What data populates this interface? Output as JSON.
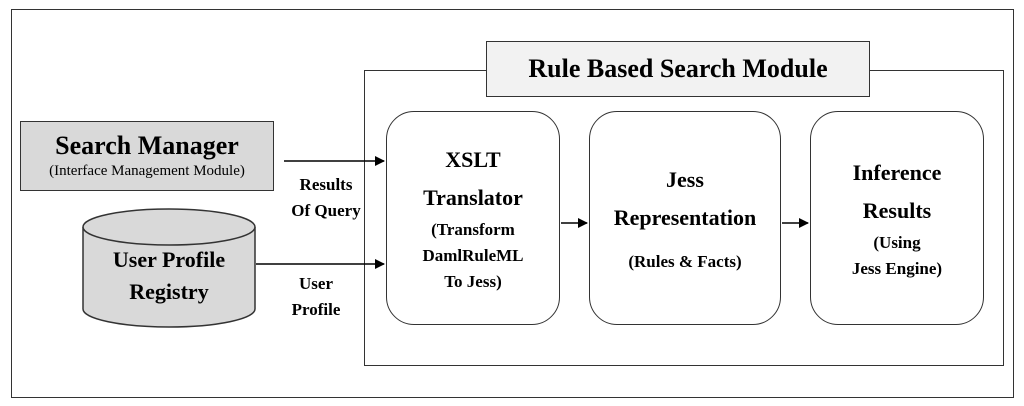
{
  "module": {
    "title": "Rule Based Search Module"
  },
  "search_manager": {
    "title": "Search Manager",
    "subtitle": "(Interface Management Module)"
  },
  "user_profile_registry": {
    "lines": [
      "User Profile",
      "Registry"
    ]
  },
  "edges": {
    "results": [
      "Results",
      "Of Query"
    ],
    "user_profile": [
      "User",
      "Profile"
    ]
  },
  "xslt": {
    "title_lines": [
      "XSLT",
      "Translator"
    ],
    "note_lines": [
      "(Transform",
      "DamlRuleML",
      "To Jess)"
    ]
  },
  "jess": {
    "title_lines": [
      "Jess",
      "Representation"
    ],
    "note_lines": [
      "(Rules & Facts)"
    ]
  },
  "inference": {
    "title_lines": [
      "Inference",
      "Results"
    ],
    "note_lines": [
      "(Using",
      "Jess Engine)"
    ]
  },
  "colors": {
    "box_fill": "#d9d9d9",
    "title_fill": "#f2f2f2",
    "stroke": "#333333"
  }
}
